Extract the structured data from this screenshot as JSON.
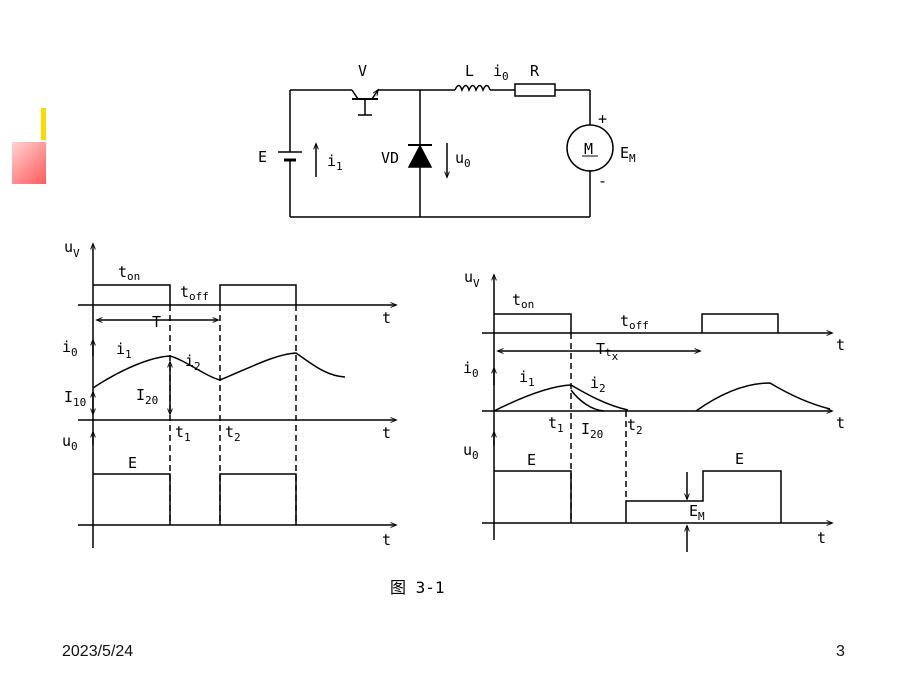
{
  "circuit": {
    "labels": {
      "transistor": "V",
      "inductor": "L",
      "load_current": "i",
      "load_current_sub": "0",
      "resistor": "R",
      "source": "E",
      "source_current": "i",
      "source_current_sub": "1",
      "diode": "VD",
      "diode_voltage": "u",
      "diode_voltage_sub": "0",
      "motor": "M",
      "motor_emf": "E",
      "motor_emf_sub": "M",
      "plus": "+",
      "minus": "-"
    }
  },
  "left_waveforms": {
    "uv": "u",
    "uv_sub": "V",
    "ton": "t",
    "ton_sub": "on",
    "toff": "t",
    "toff_sub": "off",
    "period": "T",
    "t_axis": "t",
    "i0": "i",
    "i0_sub": "0",
    "i1": "i",
    "i1_sub": "1",
    "i2": "i",
    "i2_sub": "2",
    "I10": "I",
    "I10_sub": "10",
    "I20": "I",
    "I20_sub": "20",
    "t1": "t",
    "t1_sub": "1",
    "t2": "t",
    "t2_sub": "2",
    "u0": "u",
    "u0_sub": "0",
    "E": "E"
  },
  "right_waveforms": {
    "uv": "u",
    "uv_sub": "V",
    "ton": "t",
    "ton_sub": "on",
    "toff": "t",
    "toff_sub": "off",
    "period": "T",
    "period_sub": "t",
    "period_sub2": "x",
    "t_axis": "t",
    "i0": "i",
    "i0_sub": "0",
    "i1": "i",
    "i1_sub": "1",
    "i2": "i",
    "i2_sub": "2",
    "t1": "t",
    "t1_sub": "1",
    "I20": "I",
    "I20_sub": "20",
    "t2": "t",
    "t2_sub": "2",
    "u0": "u",
    "u0_sub": "0",
    "E1": "E",
    "E2": "E",
    "EM": "E",
    "EM_sub": "M"
  },
  "caption": "图 3-1",
  "footer": {
    "date": "2023/5/24",
    "page": "3"
  }
}
